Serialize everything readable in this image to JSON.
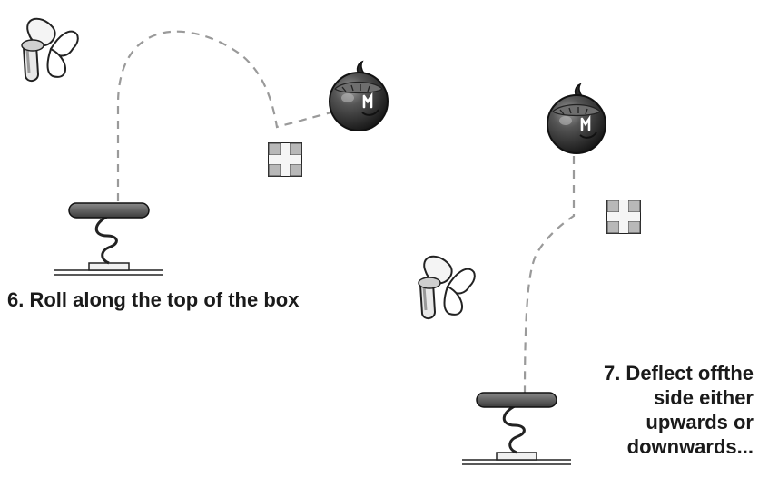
{
  "panels": [
    {
      "caption": "6.  Roll along the top of the box",
      "objects": [
        "fan",
        "spring-launcher",
        "bomb-ball",
        "box"
      ]
    },
    {
      "caption_lines": [
        "7.  Deflect offthe",
        "side either",
        "upwards or",
        "downwards..."
      ],
      "objects": [
        "fan",
        "spring-launcher",
        "bomb-ball",
        "box"
      ]
    }
  ],
  "colors": {
    "path": "#9a9a9a",
    "ink": "#1a1a1a",
    "bomb": "#3a3a3a",
    "box": "#d6d6d6"
  }
}
